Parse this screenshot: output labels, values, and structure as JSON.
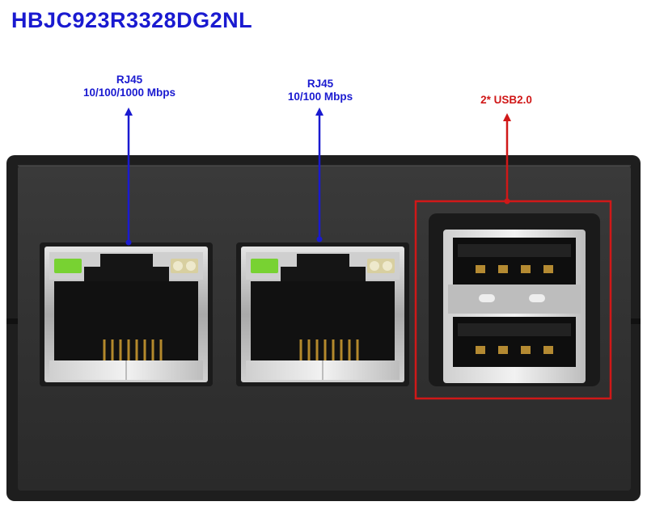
{
  "title": "HBJC923R3328DG2NL",
  "colors": {
    "title": "#1a1ad0",
    "rj45_callout": "#1a1ad0",
    "usb_callout": "#d01818",
    "panel": "#303030",
    "port_metal": "#b9b9b9",
    "led_green": "#78d232",
    "led_amber": "#d8cfa0"
  },
  "callouts": {
    "rj45_gigabit": {
      "line1": "RJ45",
      "line2": "10/100/1000 Mbps"
    },
    "rj45_fast": {
      "line1": "RJ45",
      "line2": "10/100 Mbps"
    },
    "usb": {
      "line1": "2* USB2.0"
    }
  },
  "ports": [
    "rj45-gigabit",
    "rj45-fast",
    "usb2-dual"
  ]
}
